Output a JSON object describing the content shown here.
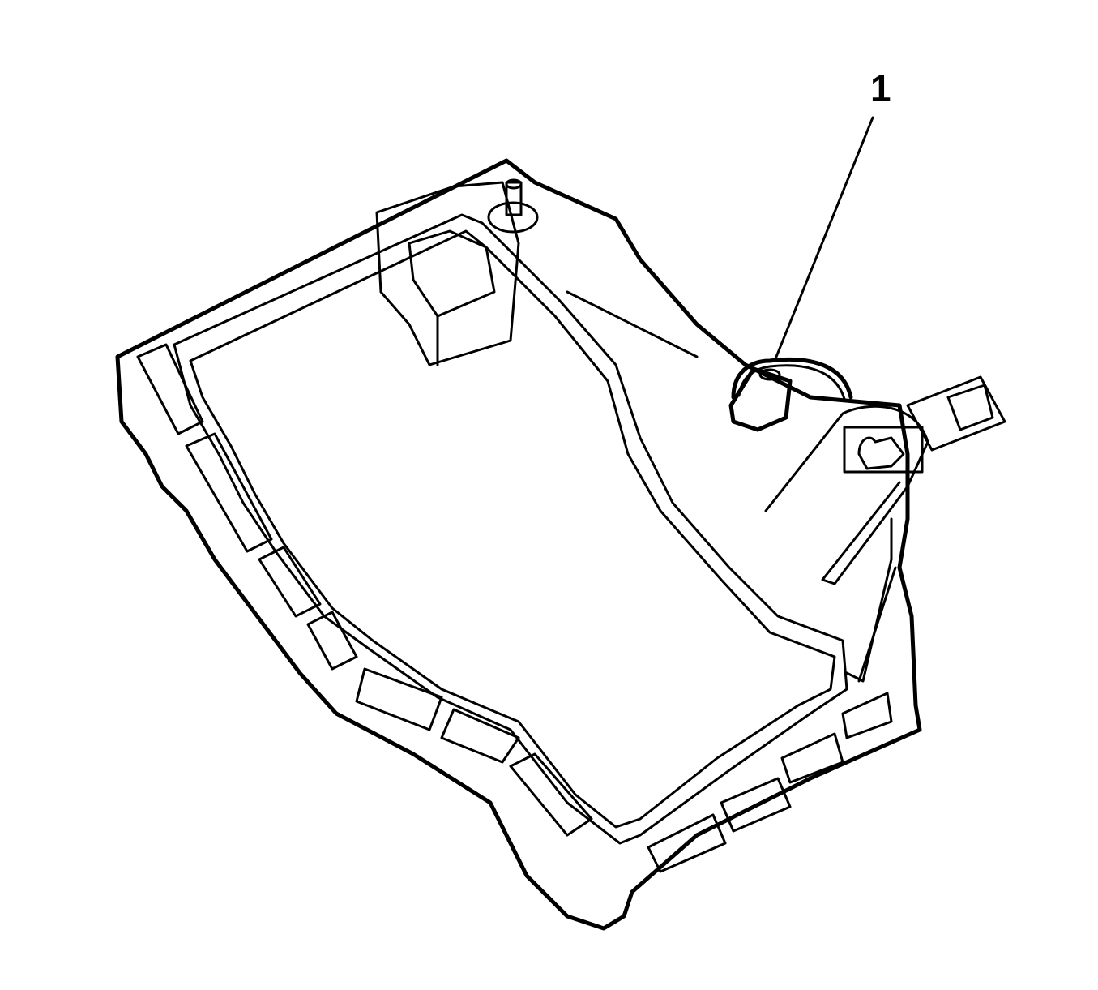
{
  "diagram": {
    "subject": "frame bracket with connector",
    "callouts": [
      {
        "number": "1",
        "target": "electrical connector"
      }
    ]
  }
}
